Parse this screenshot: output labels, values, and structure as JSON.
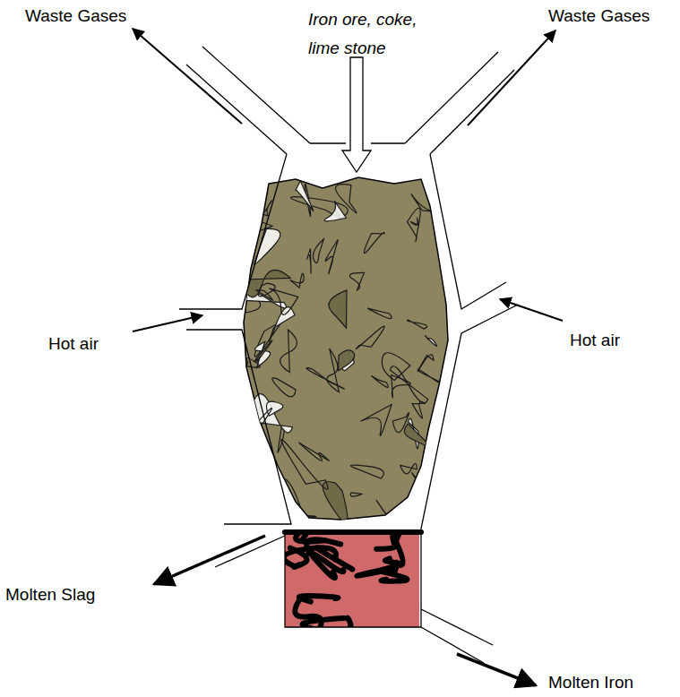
{
  "diagram": {
    "labels": [
      "Waste Gases",
      "Iron ore, coke, lime stone",
      "Waste Gases",
      "Hot air",
      "Hot air",
      "Molten Slag",
      "Molten Iron"
    ]
  }
}
